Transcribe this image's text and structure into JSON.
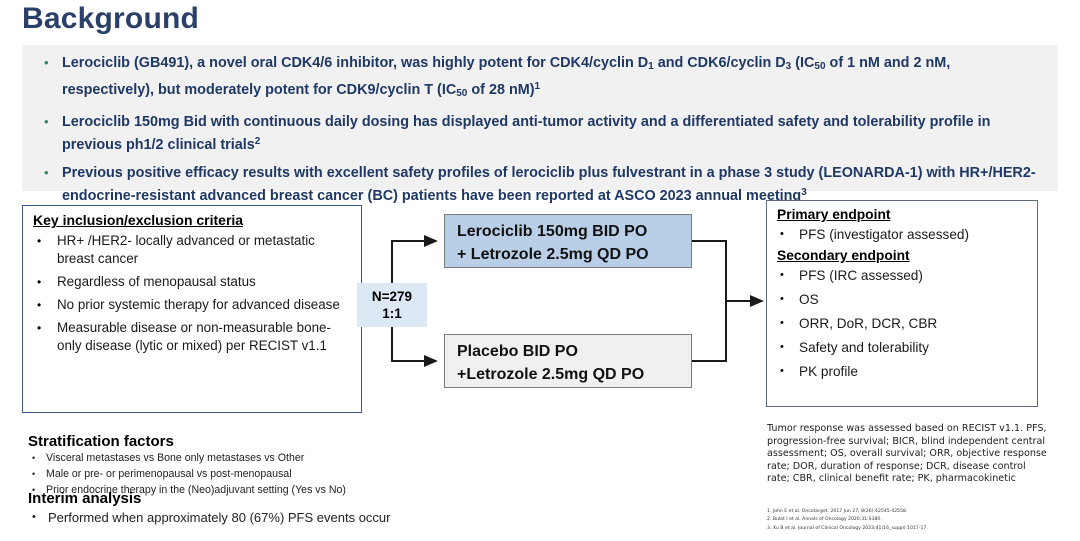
{
  "slide": {
    "title": "Background"
  },
  "background": {
    "bullets": [
      {
        "id": "bullet-cdk-potency",
        "html": "Lerociclib (GB491), a novel oral CDK4/6 inhibitor, was highly potent for CDK4/cyclin D<sub>1</sub> and CDK6/cyclin D<sub>3</sub> (IC<sub>50</sub> of 1 nM and 2 nM, respectively), but moderately potent for CDK9/cyclin T (IC<sub>50</sub> of 28 nM)<sup>1</sup>",
        "plain": "Lerociclib (GB491), a novel oral CDK4/6 inhibitor, was highly potent for CDK4/cyclin D1 and CDK6/cyclin D3 (IC50 of 1 nM and 2 nM, respectively), but moderately potent for CDK9/cyclin T (IC50 of 28 nM)1"
      },
      {
        "id": "bullet-ph12-trials",
        "html": "Lerociclib 150mg Bid with continuous daily dosing has displayed anti-tumor activity and a differentiated safety and tolerability profile in previous ph1/2 clinical trials<sup>2</sup>",
        "plain": "Lerociclib 150mg Bid with continuous daily dosing has displayed anti-tumor activity and a differentiated safety and tolerability profile in previous ph1/2 clinical trials2"
      },
      {
        "id": "bullet-leonarda-1",
        "html": "Previous positive efficacy results with excellent safety profiles of lerociclib plus fulvestrant in a phase 3 study (LEONARDA-1) with HR+/HER2- endocrine-resistant advanced breast cancer (BC) patients have been reported at ASCO 2023 annual meeting<sup>3</sup>",
        "plain": "Previous positive efficacy results with excellent safety profiles of lerociclib plus fulvestrant in a phase 3 study (LEONARDA-1) with HR+/HER2- endocrine-resistant advanced breast cancer (BC) patients have been reported at ASCO 2023 annual meeting3"
      }
    ],
    "bullet_glyph": "•",
    "bullet_color": "#2c8a57",
    "text_color": "#1f3864",
    "band_color": "#f1f1f1"
  },
  "criteria": {
    "heading": "Key inclusion/exclusion criteria",
    "items": [
      "HR+ /HER2- locally advanced or metastatic breast cancer",
      "Regardless of menopausal status",
      "No prior systemic therapy for advanced disease",
      "Measurable disease or non-measurable bone-only disease (lytic or mixed) per RECIST v1.1"
    ],
    "bullet_glyph": "•",
    "border_color": "#3b5a8c"
  },
  "randomization": {
    "n_label": "N=279",
    "ratio_label": "1:1",
    "fill_color": "#dce8f4"
  },
  "arms": [
    {
      "id": "arm-active",
      "line1": "Lerociclib 150mg BID PO",
      "line2": "+ Letrozole 2.5mg QD PO",
      "fill_color": "#b9cfe7"
    },
    {
      "id": "arm-placebo",
      "line1": "Placebo BID PO",
      "line2": "+Letrozole 2.5mg QD PO",
      "fill_color": "#f0f0f0"
    }
  ],
  "endpoints": {
    "primary_heading": "Primary endpoint",
    "primary_items": [
      "PFS (investigator assessed)"
    ],
    "secondary_heading": "Secondary endpoint",
    "secondary_items": [
      "PFS (IRC assessed)",
      "OS",
      "ORR, DoR, DCR, CBR",
      "Safety and tolerability",
      "PK profile"
    ],
    "bullet_glyph": "•",
    "border_color": "#5f6b80"
  },
  "stratification": {
    "heading": "Stratification factors",
    "items": [
      "Visceral metastases vs Bone only metastases vs Other",
      "Male or pre- or perimenopausal vs post-menopausal",
      "Prior endocrine therapy in the (Neo)adjuvant setting (Yes vs No)"
    ],
    "bullet_glyph": "•"
  },
  "interim": {
    "heading": "Interim analysis",
    "items": [
      "Performed when approximately 80 (67%) PFS events occur"
    ],
    "bullet_glyph": "•"
  },
  "footnote": {
    "text": "Tumor response was assessed based on RECIST v1.1. PFS, progression-free survival; BICR, blind independent central assessment; OS, overall survival; ORR, objective response rate; DOR, duration of response; DCR, disease control rate; CBR, clinical benefit rate; PK, pharmacokinetic"
  },
  "references": {
    "lines": [
      "1. John E et al. Oncotarget. 2017 Jun 27; 8(26):42545-42558.",
      "2. Bulat I et al. Annals of Oncology 2020;31:S380.",
      "3. Xu B et al. Journal of Clinical Oncology 2023;41(16_suppl):1017-17."
    ]
  }
}
